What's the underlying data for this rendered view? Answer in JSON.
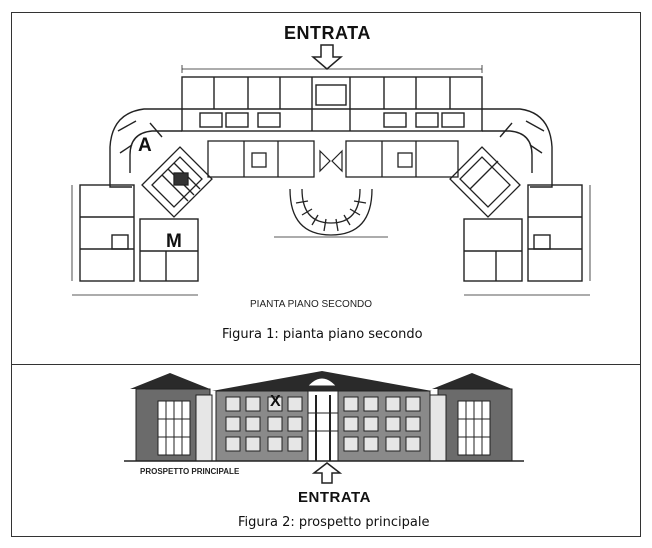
{
  "figure1": {
    "entrance_label": "ENTRATA",
    "plan_label": "PIANTA PIANO SECONDO",
    "caption": "Figura 1: pianta piano secondo",
    "room_marks": [
      "A",
      "M"
    ]
  },
  "figure2": {
    "elevation_label": "PROSPETTO PRINCIPALE",
    "entrance_label": "ENTRATA",
    "caption": "Figura 2: prospetto principale",
    "window_mark": "X"
  },
  "icons": {
    "entrance_arrow": "down-arrow-icon",
    "entrance_arrow_elevation": "up-arrow-icon"
  },
  "colors": {
    "line": "#222222",
    "wall_fill": "#6b6b6b",
    "roof": "#2a2a2a",
    "light_fill": "#e6e6e6"
  }
}
